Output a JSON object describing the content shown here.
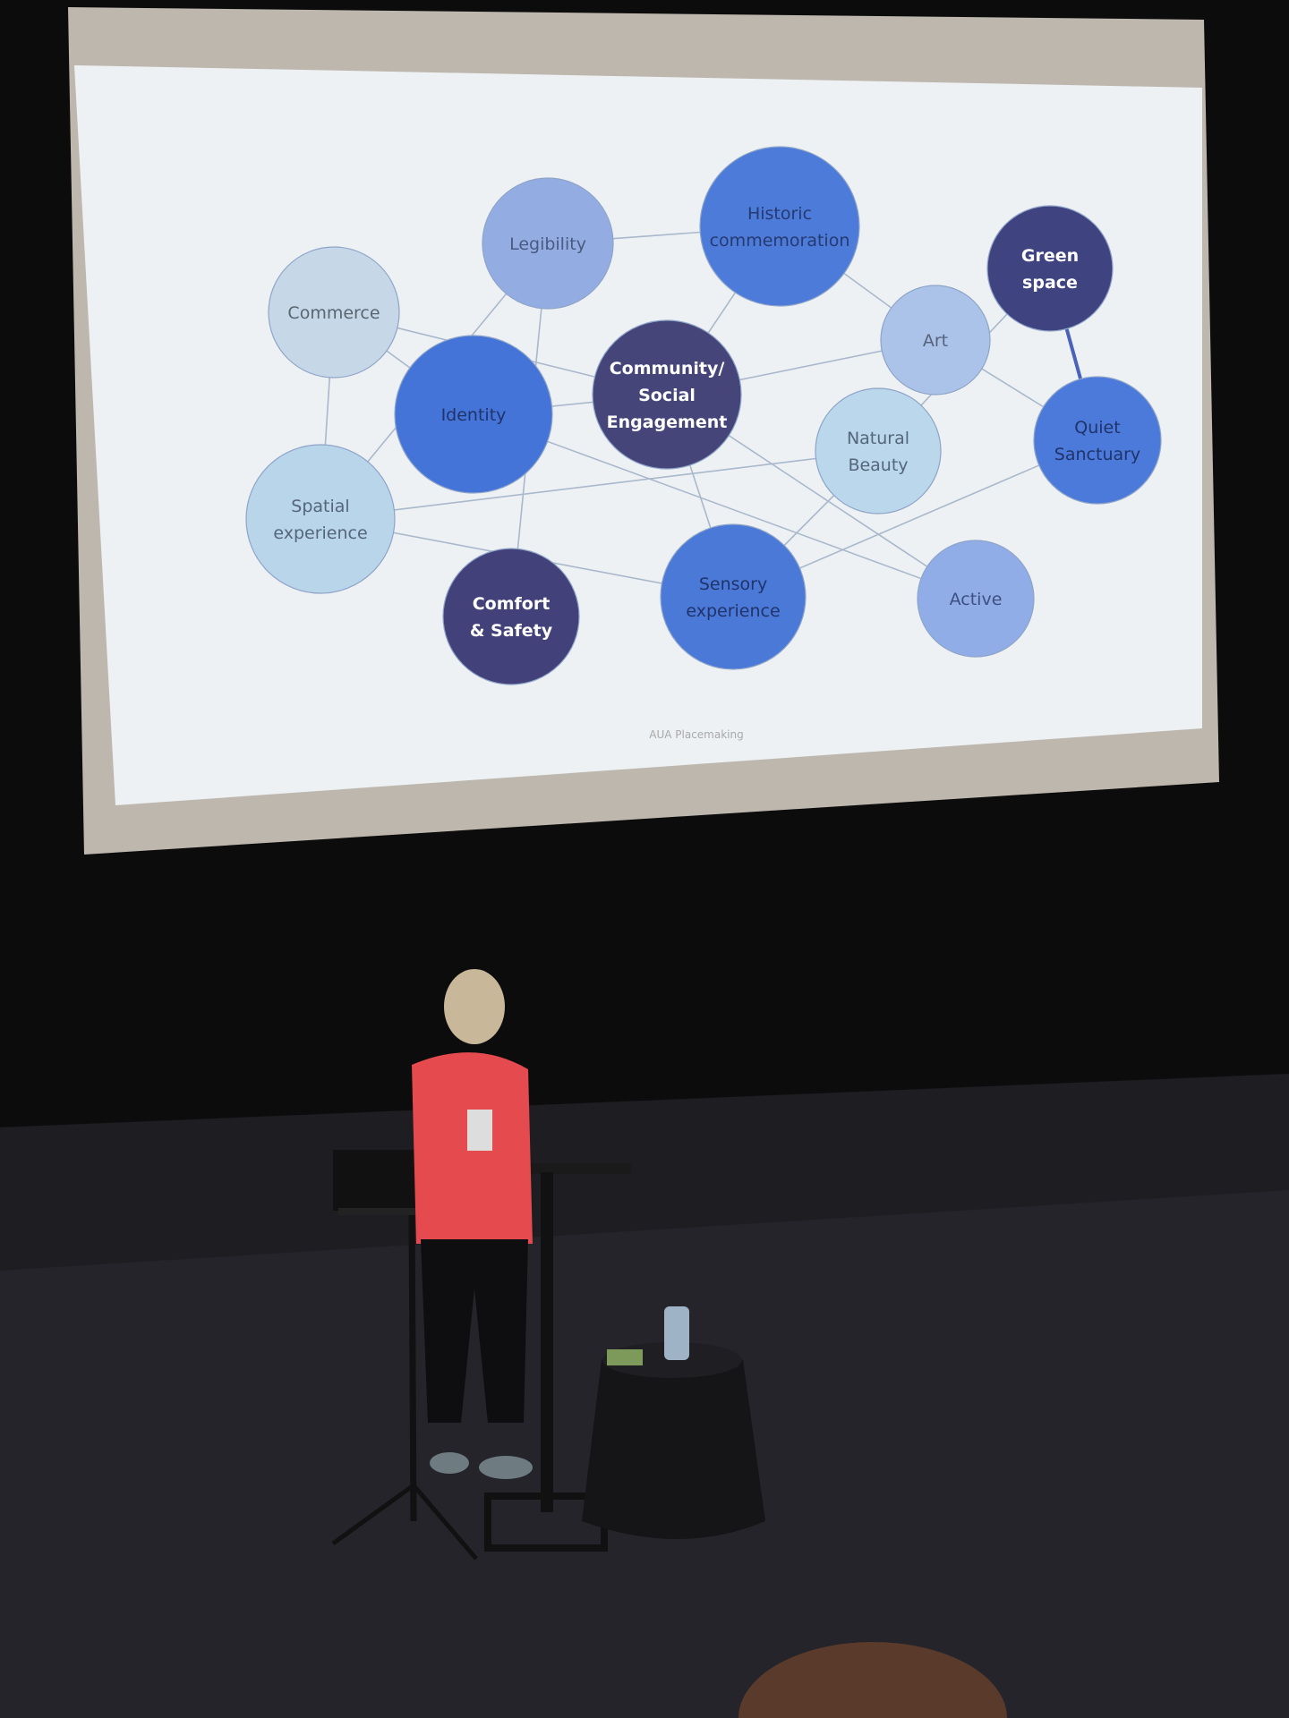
{
  "slide": {
    "footer": "AUA Placemaking",
    "nodes": [
      {
        "id": "legibility",
        "lines": [
          "Legibility"
        ],
        "color": "#93ade3",
        "text": "#4b5a80"
      },
      {
        "id": "historic",
        "lines": [
          "Historic",
          "commemoration"
        ],
        "color": "#4c7bd9",
        "text": "#263a70"
      },
      {
        "id": "green",
        "lines": [
          "Green",
          "space"
        ],
        "color": "#3f4380",
        "text": "#ffffff"
      },
      {
        "id": "commerce",
        "lines": [
          "Commerce"
        ],
        "color": "#c6d8e8",
        "text": "#5a6570"
      },
      {
        "id": "art",
        "lines": [
          "Art"
        ],
        "color": "#abc3e8",
        "text": "#56637a"
      },
      {
        "id": "identity",
        "lines": [
          "Identity"
        ],
        "color": "#4474d8",
        "text": "#20336a"
      },
      {
        "id": "community",
        "lines": [
          "Community/",
          "Social",
          "Engagement"
        ],
        "color": "#45457a",
        "text": "#ffffff"
      },
      {
        "id": "natural",
        "lines": [
          "Natural",
          "Beauty"
        ],
        "color": "#bad7eb",
        "text": "#56667a"
      },
      {
        "id": "quiet",
        "lines": [
          "Quiet",
          "Sanctuary"
        ],
        "color": "#4b7ada",
        "text": "#20336a"
      },
      {
        "id": "spatial",
        "lines": [
          "Spatial",
          "experience"
        ],
        "color": "#b9d5ea",
        "text": "#56667a"
      },
      {
        "id": "comfort",
        "lines": [
          "Comfort",
          "& Safety"
        ],
        "color": "#424179",
        "text": "#ffffff"
      },
      {
        "id": "sensory",
        "lines": [
          "Sensory",
          "experience"
        ],
        "color": "#4b79d8",
        "text": "#20336a"
      },
      {
        "id": "active",
        "lines": [
          "Active"
        ],
        "color": "#90ade8",
        "text": "#3f5080"
      }
    ],
    "edges": [
      [
        "legibility",
        "historic"
      ],
      [
        "legibility",
        "spatial"
      ],
      [
        "legibility",
        "comfort"
      ],
      [
        "commerce",
        "community"
      ],
      [
        "commerce",
        "spatial"
      ],
      [
        "commerce",
        "identity"
      ],
      [
        "historic",
        "community"
      ],
      [
        "historic",
        "art"
      ],
      [
        "community",
        "art"
      ],
      [
        "identity",
        "community"
      ],
      [
        "art",
        "quiet"
      ],
      [
        "green",
        "quiet"
      ],
      [
        "green",
        "natural"
      ],
      [
        "natural",
        "spatial"
      ],
      [
        "natural",
        "sensory"
      ],
      [
        "quiet",
        "sensory"
      ],
      [
        "community",
        "active"
      ],
      [
        "identity",
        "active"
      ],
      [
        "community",
        "sensory"
      ],
      [
        "spatial",
        "sensory"
      ]
    ]
  }
}
